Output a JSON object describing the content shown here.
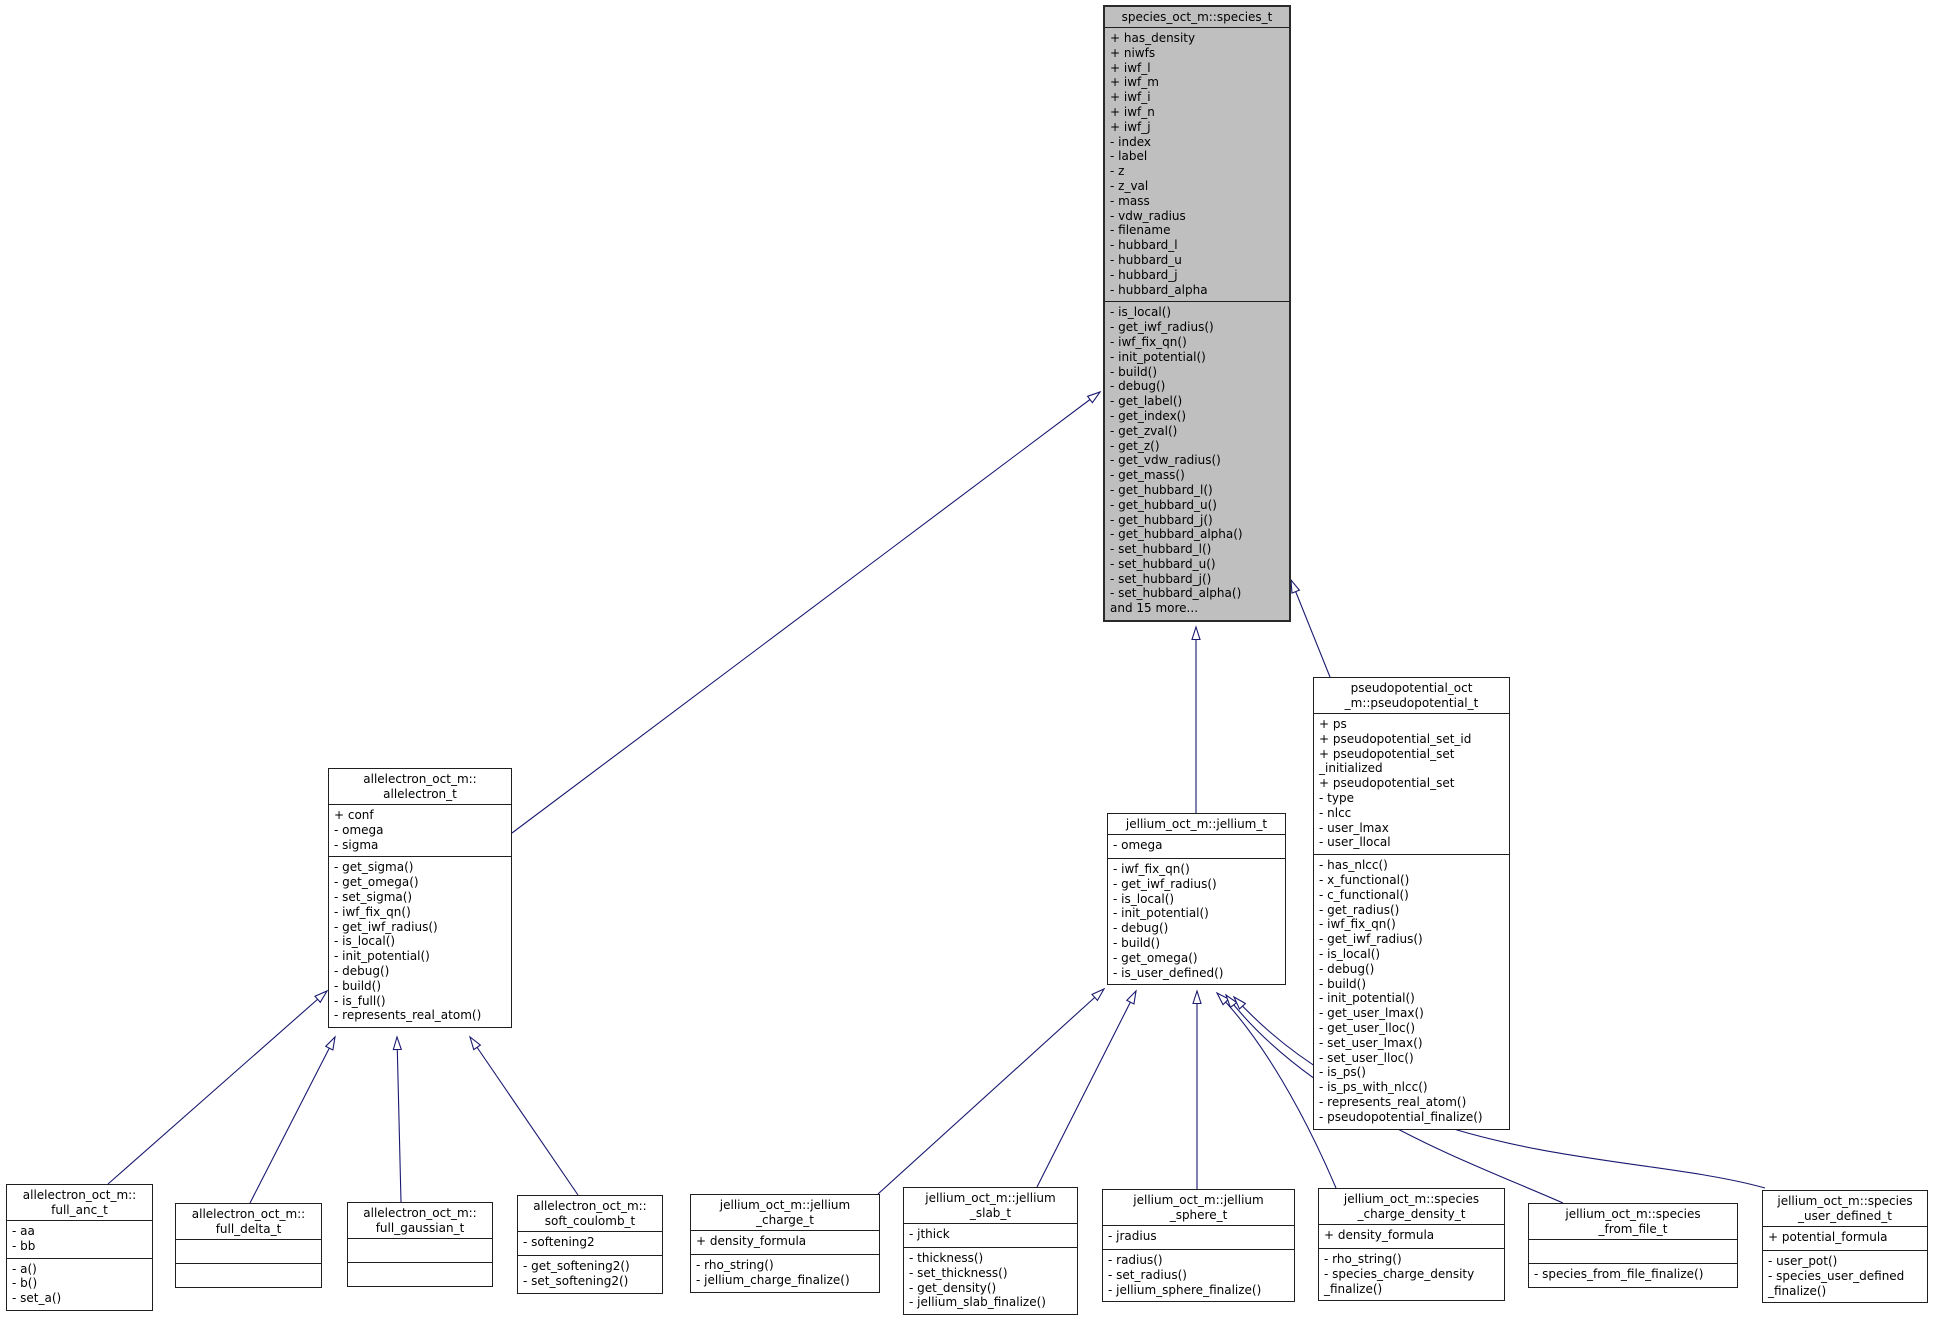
{
  "diagram": {
    "kind": "class-inheritance-graph",
    "edge_color": "#191970",
    "highlight_fill": "#bfbfbf",
    "node_fill": "#ffffff",
    "classes": {
      "species_t": {
        "title": "species_oct_m::species_t",
        "attributes": [
          "+ has_density",
          "+ niwfs",
          "+ iwf_l",
          "+ iwf_m",
          "+ iwf_i",
          "+ iwf_n",
          "+ iwf_j",
          "- index",
          "- label",
          "- z",
          "- z_val",
          "- mass",
          "- vdw_radius",
          "- filename",
          "- hubbard_l",
          "- hubbard_u",
          "- hubbard_j",
          "- hubbard_alpha"
        ],
        "methods": [
          "- is_local()",
          "- get_iwf_radius()",
          "- iwf_fix_qn()",
          "- init_potential()",
          "- build()",
          "- debug()",
          "- get_label()",
          "- get_index()",
          "- get_zval()",
          "- get_z()",
          "- get_vdw_radius()",
          "- get_mass()",
          "- get_hubbard_l()",
          "- get_hubbard_u()",
          "- get_hubbard_j()",
          "- get_hubbard_alpha()",
          "- set_hubbard_l()",
          "- set_hubbard_u()",
          "- set_hubbard_j()",
          "- set_hubbard_alpha()",
          "and 15 more..."
        ]
      },
      "allelectron_t": {
        "title": "allelectron_oct_m::\nallelectron_t",
        "attributes": [
          "+ conf",
          "- omega",
          "- sigma"
        ],
        "methods": [
          "- get_sigma()",
          "- get_omega()",
          "- set_sigma()",
          "- iwf_fix_qn()",
          "- get_iwf_radius()",
          "- is_local()",
          "- init_potential()",
          "- debug()",
          "- build()",
          "- is_full()",
          "- represents_real_atom()"
        ]
      },
      "jellium_t": {
        "title": "jellium_oct_m::jellium_t",
        "attributes": [
          "- omega"
        ],
        "methods": [
          "- iwf_fix_qn()",
          "- get_iwf_radius()",
          "- is_local()",
          "- init_potential()",
          "- debug()",
          "- build()",
          "- get_omega()",
          "- is_user_defined()"
        ]
      },
      "pseudopotential_t": {
        "title": "pseudopotential_oct\n_m::pseudopotential_t",
        "attributes": [
          "+ ps",
          "+ pseudopotential_set_id",
          "+ pseudopotential_set\n_initialized",
          "+ pseudopotential_set",
          "- type",
          "- nlcc",
          "- user_lmax",
          "- user_llocal"
        ],
        "methods": [
          "- has_nlcc()",
          "- x_functional()",
          "- c_functional()",
          "- get_radius()",
          "- iwf_fix_qn()",
          "- get_iwf_radius()",
          "- is_local()",
          "- debug()",
          "- build()",
          "- init_potential()",
          "- get_user_lmax()",
          "- get_user_lloc()",
          "- set_user_lmax()",
          "- set_user_lloc()",
          "- is_ps()",
          "- is_ps_with_nlcc()",
          "- represents_real_atom()",
          "- pseudopotential_finalize()"
        ]
      },
      "full_anc_t": {
        "title": "allelectron_oct_m::\nfull_anc_t",
        "attributes": [
          "- aa",
          "- bb"
        ],
        "methods": [
          "- a()",
          "- b()",
          "- set_a()"
        ]
      },
      "full_delta_t": {
        "title": "allelectron_oct_m::\nfull_delta_t",
        "attributes": [],
        "methods": []
      },
      "full_gaussian_t": {
        "title": "allelectron_oct_m::\nfull_gaussian_t",
        "attributes": [],
        "methods": []
      },
      "soft_coulomb_t": {
        "title": "allelectron_oct_m::\nsoft_coulomb_t",
        "attributes": [
          "- softening2"
        ],
        "methods": [
          "- get_softening2()",
          "- set_softening2()"
        ]
      },
      "jellium_charge_t": {
        "title": "jellium_oct_m::jellium\n_charge_t",
        "attributes": [
          "+ density_formula"
        ],
        "methods": [
          "- rho_string()",
          "- jellium_charge_finalize()"
        ]
      },
      "jellium_slab_t": {
        "title": "jellium_oct_m::jellium\n_slab_t",
        "attributes": [
          "- jthick"
        ],
        "methods": [
          "- thickness()",
          "- set_thickness()",
          "- get_density()",
          "- jellium_slab_finalize()"
        ]
      },
      "jellium_sphere_t": {
        "title": "jellium_oct_m::jellium\n_sphere_t",
        "attributes": [
          "- jradius"
        ],
        "methods": [
          "- radius()",
          "- set_radius()",
          "- jellium_sphere_finalize()"
        ]
      },
      "species_charge_density_t": {
        "title": "jellium_oct_m::species\n_charge_density_t",
        "attributes": [
          "+ density_formula"
        ],
        "methods": [
          "- rho_string()",
          "- species_charge_density\n_finalize()"
        ]
      },
      "species_from_file_t": {
        "title": "jellium_oct_m::species\n_from_file_t",
        "attributes": [],
        "methods": [
          "- species_from_file_finalize()"
        ]
      },
      "species_user_defined_t": {
        "title": "jellium_oct_m::species\n_user_defined_t",
        "attributes": [
          "+ potential_formula"
        ],
        "methods": [
          "- user_pot()",
          "- species_user_defined\n_finalize()"
        ]
      }
    },
    "edges": [
      {
        "child": "allelectron_oct_m::allelectron_t",
        "parent": "species_oct_m::species_t"
      },
      {
        "child": "jellium_oct_m::jellium_t",
        "parent": "species_oct_m::species_t"
      },
      {
        "child": "pseudopotential_oct_m::pseudopotential_t",
        "parent": "species_oct_m::species_t"
      },
      {
        "child": "allelectron_oct_m::full_anc_t",
        "parent": "allelectron_oct_m::allelectron_t"
      },
      {
        "child": "allelectron_oct_m::full_delta_t",
        "parent": "allelectron_oct_m::allelectron_t"
      },
      {
        "child": "allelectron_oct_m::full_gaussian_t",
        "parent": "allelectron_oct_m::allelectron_t"
      },
      {
        "child": "allelectron_oct_m::soft_coulomb_t",
        "parent": "allelectron_oct_m::allelectron_t"
      },
      {
        "child": "jellium_oct_m::jellium_charge_t",
        "parent": "jellium_oct_m::jellium_t"
      },
      {
        "child": "jellium_oct_m::jellium_slab_t",
        "parent": "jellium_oct_m::jellium_t"
      },
      {
        "child": "jellium_oct_m::jellium_sphere_t",
        "parent": "jellium_oct_m::jellium_t"
      },
      {
        "child": "jellium_oct_m::species_charge_density_t",
        "parent": "jellium_oct_m::jellium_t"
      },
      {
        "child": "jellium_oct_m::species_from_file_t",
        "parent": "jellium_oct_m::jellium_t"
      },
      {
        "child": "jellium_oct_m::species_user_defined_t",
        "parent": "jellium_oct_m::jellium_t"
      }
    ]
  }
}
